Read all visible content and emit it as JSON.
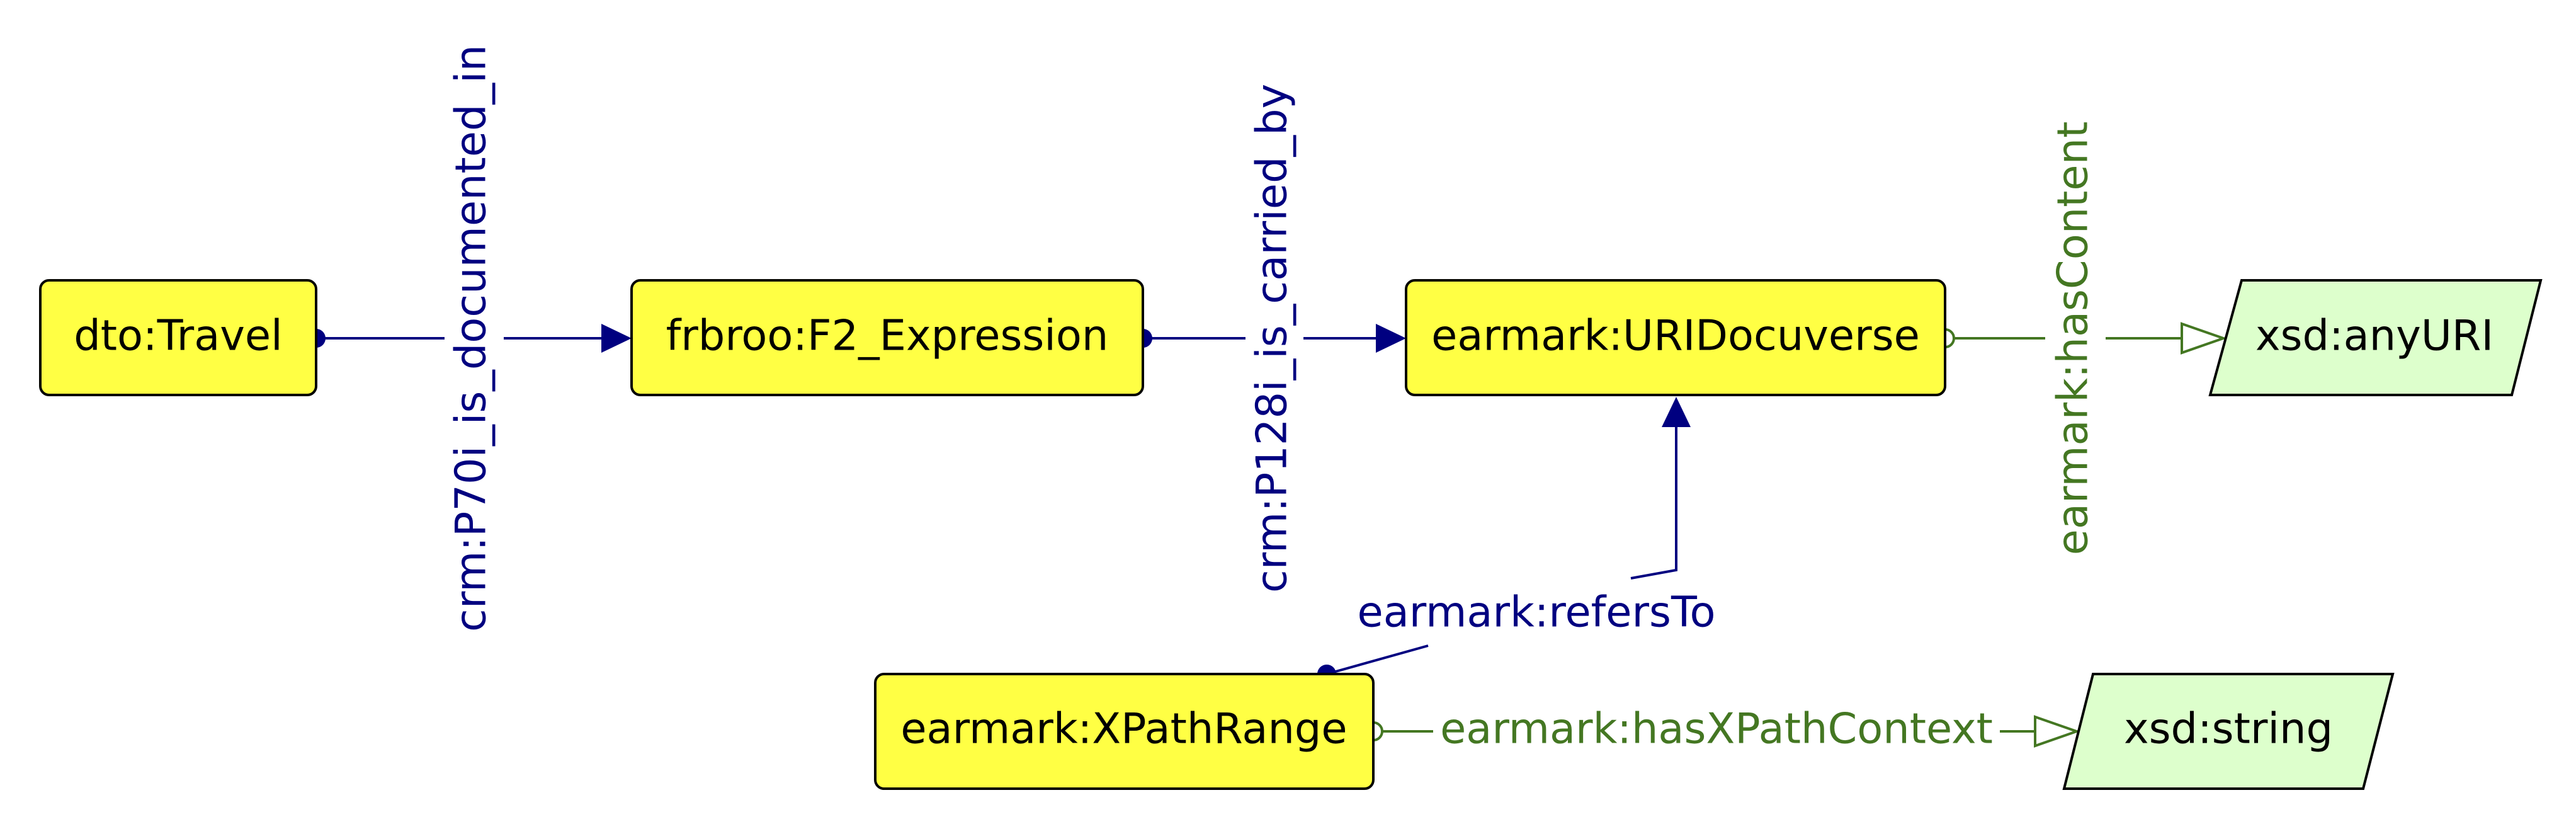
{
  "colors": {
    "class_fill": "#ffff44",
    "literal_fill": "#ddffcc",
    "object_property": "#000080",
    "data_property": "#447722",
    "border": "#000000"
  },
  "nodes": {
    "travel": {
      "label": "dto:Travel",
      "kind": "class"
    },
    "expression": {
      "label": "frbroo:F2_Expression",
      "kind": "class"
    },
    "docuverse": {
      "label": "earmark:URIDocuverse",
      "kind": "class"
    },
    "anyuri": {
      "label": "xsd:anyURI",
      "kind": "literal"
    },
    "xpathrange": {
      "label": "earmark:XPathRange",
      "kind": "class"
    },
    "string": {
      "label": "xsd:string",
      "kind": "literal"
    }
  },
  "edges": {
    "documented_in": {
      "label": "crm:P70i_is_documented_in",
      "kind": "object-property"
    },
    "carried_by": {
      "label": "crm:P128i_is_carried_by",
      "kind": "object-property"
    },
    "has_content": {
      "label": "earmark:hasContent",
      "kind": "data-property"
    },
    "refers_to": {
      "label": "earmark:refersTo",
      "kind": "object-property"
    },
    "has_xpath_context": {
      "label": "earmark:hasXPathContext",
      "kind": "data-property"
    }
  }
}
